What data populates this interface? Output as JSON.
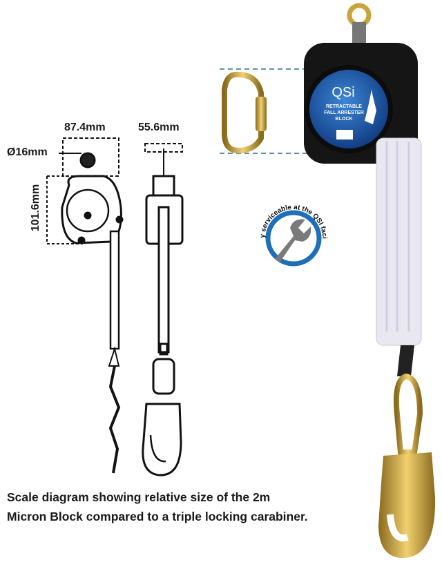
{
  "dimensions": {
    "width": "87.4mm",
    "depth": "55.6mm",
    "diameter": "Ø16mm",
    "height": "101.6mm"
  },
  "device_label": {
    "brand": "QSi",
    "line1": "RETRACTABLE",
    "line2": "FALL ARRESTER",
    "line3": "BLOCK"
  },
  "badge": {
    "text": "Fully serviceable at the QSI facility.",
    "icon": "wrench-icon"
  },
  "caption": {
    "line1": "Scale diagram showing relative size of the 2m",
    "line2": "Micron Block compared to a triple locking carabiner."
  },
  "colors": {
    "label_blue": "#1f5fb0",
    "badge_blue": "#1d6fb8",
    "gold": "#c9a43a",
    "guide_line": "#2d6b8f"
  }
}
